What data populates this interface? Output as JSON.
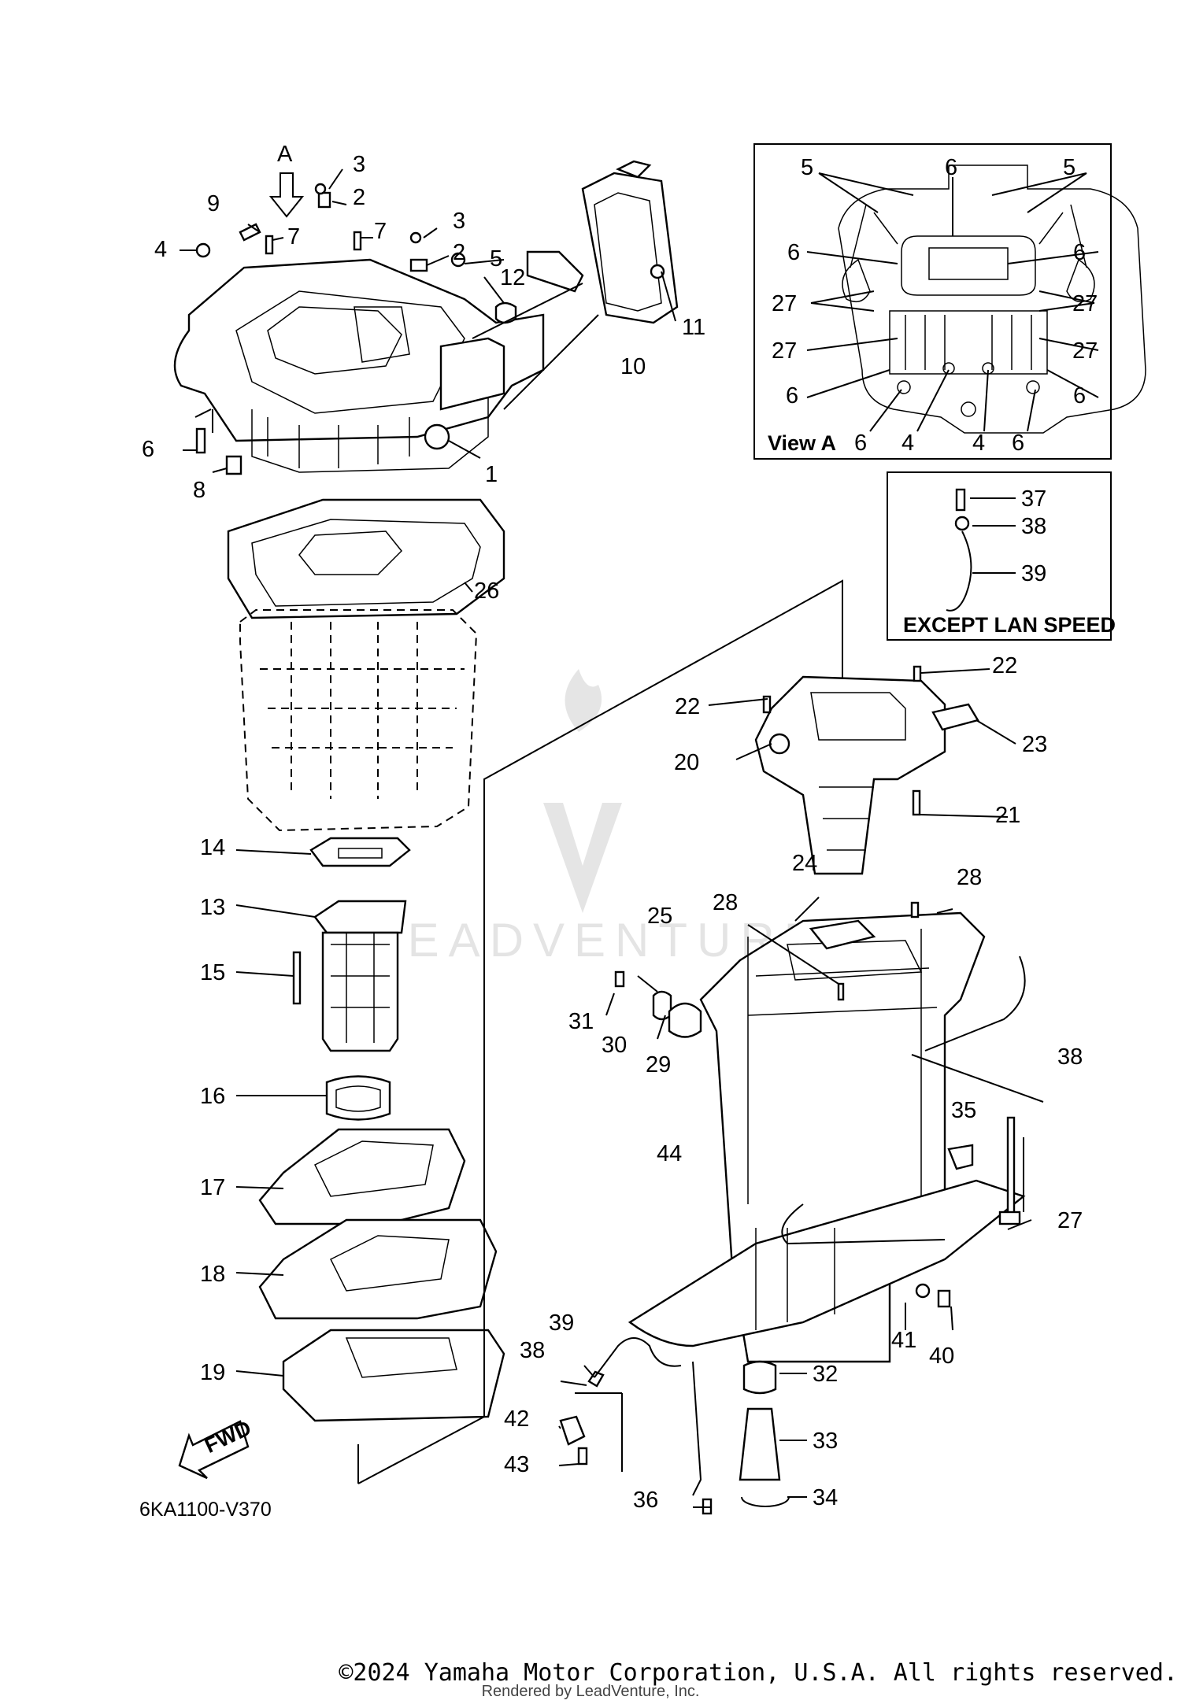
{
  "diagram": {
    "code": "6KA1100-V370",
    "view_a_label": "View A",
    "view_a_arrow": "A",
    "inset_caption": "EXCEPT LAN SPEED",
    "fwd": "FWD",
    "watermark": "LEADVENTURE",
    "callouts": [
      {
        "id": "c1",
        "text": "1"
      },
      {
        "id": "c2a",
        "text": "2"
      },
      {
        "id": "c2b",
        "text": "2"
      },
      {
        "id": "c3a",
        "text": "3"
      },
      {
        "id": "c3b",
        "text": "3"
      },
      {
        "id": "c4",
        "text": "4"
      },
      {
        "id": "c5",
        "text": "5"
      },
      {
        "id": "c6",
        "text": "6"
      },
      {
        "id": "c7a",
        "text": "7"
      },
      {
        "id": "c7b",
        "text": "7"
      },
      {
        "id": "c8",
        "text": "8"
      },
      {
        "id": "c9",
        "text": "9"
      },
      {
        "id": "c10",
        "text": "10"
      },
      {
        "id": "c11",
        "text": "11"
      },
      {
        "id": "c12",
        "text": "12"
      },
      {
        "id": "c13",
        "text": "13"
      },
      {
        "id": "c14",
        "text": "14"
      },
      {
        "id": "c15",
        "text": "15"
      },
      {
        "id": "c16",
        "text": "16"
      },
      {
        "id": "c17",
        "text": "17"
      },
      {
        "id": "c18",
        "text": "18"
      },
      {
        "id": "c19",
        "text": "19"
      },
      {
        "id": "c20",
        "text": "20"
      },
      {
        "id": "c21",
        "text": "21"
      },
      {
        "id": "c22a",
        "text": "22"
      },
      {
        "id": "c22b",
        "text": "22"
      },
      {
        "id": "c23",
        "text": "23"
      },
      {
        "id": "c24",
        "text": "24"
      },
      {
        "id": "c25",
        "text": "25"
      },
      {
        "id": "c26",
        "text": "26"
      },
      {
        "id": "c27",
        "text": "27"
      },
      {
        "id": "c28a",
        "text": "28"
      },
      {
        "id": "c28b",
        "text": "28"
      },
      {
        "id": "c29",
        "text": "29"
      },
      {
        "id": "c30",
        "text": "30"
      },
      {
        "id": "c31",
        "text": "31"
      },
      {
        "id": "c32",
        "text": "32"
      },
      {
        "id": "c33",
        "text": "33"
      },
      {
        "id": "c34",
        "text": "34"
      },
      {
        "id": "c35",
        "text": "35"
      },
      {
        "id": "c36",
        "text": "36"
      },
      {
        "id": "c37",
        "text": "37"
      },
      {
        "id": "c38a",
        "text": "38"
      },
      {
        "id": "c38b",
        "text": "38"
      },
      {
        "id": "c38c",
        "text": "38"
      },
      {
        "id": "c39a",
        "text": "39"
      },
      {
        "id": "c39b",
        "text": "39"
      },
      {
        "id": "c40",
        "text": "40"
      },
      {
        "id": "c41",
        "text": "41"
      },
      {
        "id": "c42",
        "text": "42"
      },
      {
        "id": "c43",
        "text": "43"
      },
      {
        "id": "c44",
        "text": "44"
      },
      {
        "id": "v5a",
        "text": "5"
      },
      {
        "id": "v5b",
        "text": "5"
      },
      {
        "id": "v6top",
        "text": "6"
      },
      {
        "id": "v6l1",
        "text": "6"
      },
      {
        "id": "v6r1",
        "text": "6"
      },
      {
        "id": "v27l1",
        "text": "27"
      },
      {
        "id": "v27r1",
        "text": "27"
      },
      {
        "id": "v27l2",
        "text": "27"
      },
      {
        "id": "v27r2",
        "text": "27"
      },
      {
        "id": "v6l2",
        "text": "6"
      },
      {
        "id": "v6r2",
        "text": "6"
      },
      {
        "id": "v6b1",
        "text": "6"
      },
      {
        "id": "v4a",
        "text": "4"
      },
      {
        "id": "v4b",
        "text": "4"
      },
      {
        "id": "v6b2",
        "text": "6"
      }
    ]
  },
  "footer": {
    "copyright": "©2024 Yamaha Motor Corporation, U.S.A. All rights reserved.",
    "rendered_by": "Rendered by LeadVenture, Inc."
  }
}
